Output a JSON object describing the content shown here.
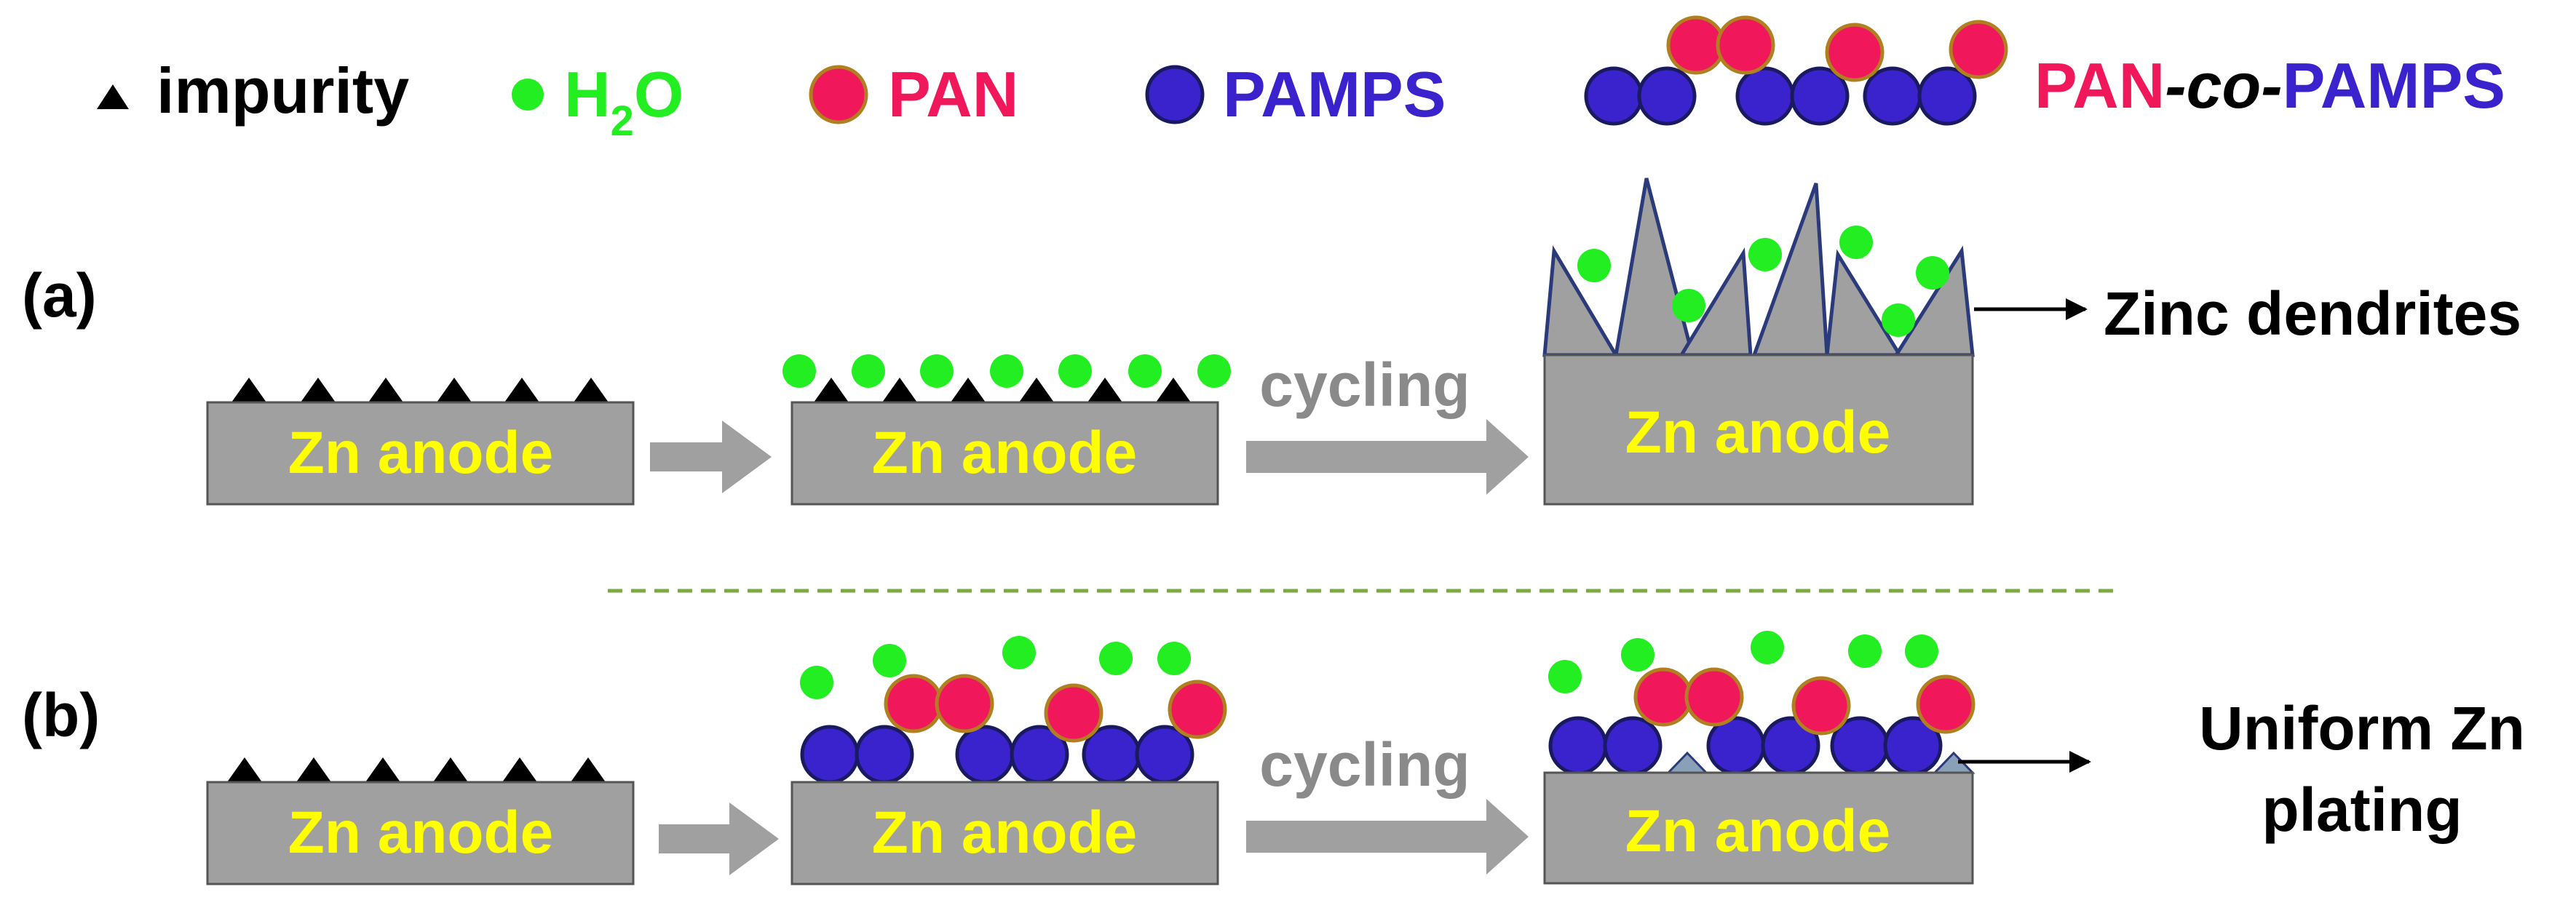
{
  "legend": {
    "impurity": "impurity",
    "h2o_h": "H",
    "h2o_sub": "2",
    "h2o_o": "O",
    "pan": "PAN",
    "pamps": "PAMPS",
    "copolymer_pan": "PAN",
    "copolymer_co": "-co-",
    "copolymer_pamps": "PAMPS"
  },
  "row_a": {
    "label": "(a)",
    "anode_1": "Zn anode",
    "anode_2": "Zn anode",
    "anode_3": "Zn anode",
    "process": "cycling",
    "callout": "Zinc dendrites"
  },
  "row_b": {
    "label": "(b)",
    "anode_1": "Zn anode",
    "anode_2": "Zn anode",
    "anode_3": "Zn anode",
    "process": "cycling",
    "callout_line1": "Uniform Zn",
    "callout_line2": "plating"
  },
  "colors": {
    "anode_fill": "#a0a0a0",
    "anode_text": "#ffff00",
    "water": "#22ee22",
    "pan": "#f0185a",
    "pan_stroke": "#b08020",
    "pamps": "#3a22cc",
    "pamps_stroke": "#1a1a60",
    "impurity": "#000000",
    "arrow": "#a0a0a0",
    "divider": "#7aaa40",
    "dendrite_fill": "#a0a0a0",
    "dendrite_stroke": "#2a3a7a"
  }
}
